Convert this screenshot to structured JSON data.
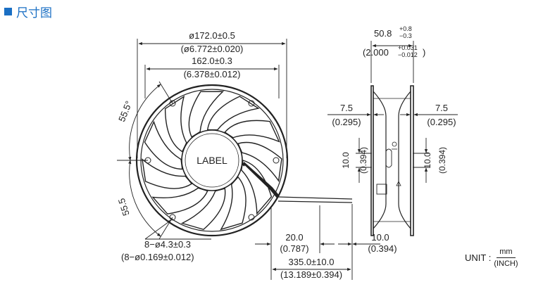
{
  "header": {
    "title": "尺寸图"
  },
  "front_view": {
    "label": "LABEL",
    "outer_dia_mm": "ø172.0±0.5",
    "outer_dia_in": "(ø6.772±0.020)",
    "inner_dim_mm": "162.0±0.3",
    "inner_dim_in": "(6.378±0.012)",
    "angle_top": "55.5°",
    "angle_bottom": "55.5",
    "holes_mm": "8−ø4.3±0.3",
    "holes_in": "(8−ø0.169±0.012)",
    "lead_a_mm": "20.0",
    "lead_a_in": "(0.787)",
    "lead_b_mm": "10.0",
    "lead_b_in": "(0.394)",
    "lead_len_mm": "335.0±10.0",
    "lead_len_in": "(13.189±0.394)"
  },
  "side_view": {
    "depth_mm": "50.8",
    "depth_tol_up": "+0.8",
    "depth_tol_down": "−0.3",
    "depth_in": "(2.000",
    "depth_in_tol_up": "+0.031",
    "depth_in_tol_down": "−0.012",
    "depth_in_close": ")",
    "flange_left_mm": "7.5",
    "flange_left_in": "(0.295)",
    "flange_right_mm": "7.5",
    "flange_right_in": "(0.295)",
    "slot_left_mm": "10.0",
    "slot_left_in": "(0.394)",
    "slot_right_mm": "10.0",
    "slot_right_in": "(0.394)"
  },
  "unit": {
    "label": "UNIT :",
    "numerator": "mm",
    "denominator": "(INCH)"
  }
}
